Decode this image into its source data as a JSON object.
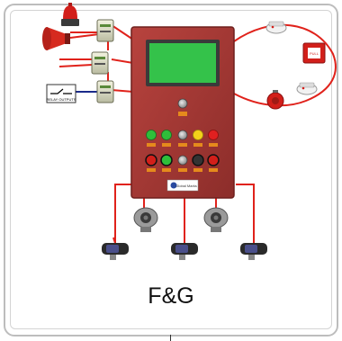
{
  "caption": "F&G",
  "labels": {
    "relay_outputs": "RELAY OUTPUTS",
    "manufacturer": "Global Marks",
    "break_glass": "PULL"
  },
  "colors": {
    "panel": "#a33a36",
    "panel_dark": "#6e1f1c",
    "screen": "#34c24a",
    "wire_red": "#e0221b",
    "wire_blue": "#1a2a8a",
    "lamp_green": "#2fbe3a",
    "lamp_yellow": "#f2d21a",
    "lamp_red": "#e02020",
    "key_grey": "#9a9a9a",
    "tag_orange": "#e58a1c"
  },
  "icons": {
    "control_panel": "fire-gas-control-panel-icon",
    "beacon": "beacon-icon",
    "horn": "horn-siren-icon",
    "io_module": "io-module-icon",
    "smoke_detector": "smoke-detector-icon",
    "heat_detector": "heat-detector-icon",
    "manual_call_point": "manual-call-point-icon",
    "sounder": "sounder-icon",
    "flame_detector": "flame-detector-icon",
    "gas_detector": "gas-detector-icon"
  }
}
